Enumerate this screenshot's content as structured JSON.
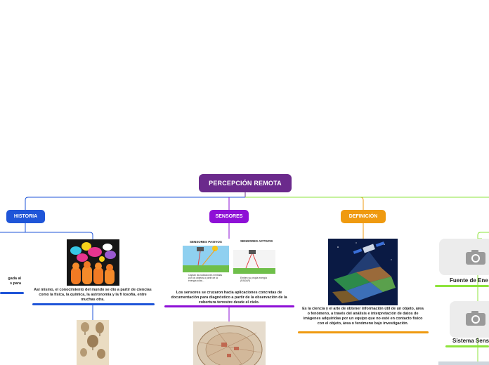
{
  "root": {
    "label": "PERCEPCIÓN REMOTA"
  },
  "branches": {
    "historia": {
      "label": "HISTORIA"
    },
    "sensores": {
      "label": "SENSORES"
    },
    "definicion": {
      "label": "DEFINICIÓN"
    }
  },
  "historia_left_fragment": {
    "line1": "gada al",
    "line2": "s para"
  },
  "historia_note": "Así mismo, el conocimiento del mundo se dio a partir de ciencias como la física, la química, la astronomía y la fi losofía, entre muchas otra.",
  "sensores_image": {
    "label_passive": "SENSORES PASIVOS",
    "label_active": "SENSORES ACTIVOS",
    "caption_passive": "Captan las radiaciones emitidas por los objetos a partir de la energía solar...",
    "caption_active": "Emiten su propia energía (RADAR)"
  },
  "sensores_note": "Los sensores se cruzaron hacia aplicaciones concretas de documentación para diagnóstico a partir de la observación de la cobertura terrestre desde el cielo.",
  "definicion_note": "Es la ciencia y el arte de obtener información útil de un objeto, área o fenómeno, a través del análisis e interpretación de datos de imágenes adquiridas por un equipo que no esté en contacto físico con el objeto, área o fenómeno bajo investigación.",
  "right_nodes": [
    {
      "label": "Fuente de Ene"
    },
    {
      "label": "Sistema Sens"
    }
  ],
  "colors": {
    "root": "#6b2a8c",
    "historia": "#1f55d8",
    "sensores": "#8e10d6",
    "definicion": "#ef9a10",
    "right": "#8ee43c"
  }
}
